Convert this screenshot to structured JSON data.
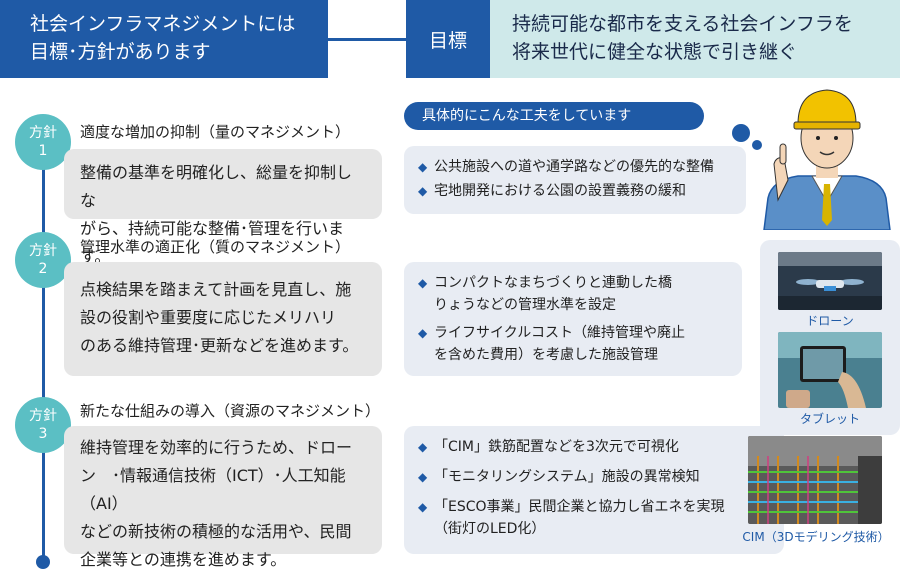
{
  "header": {
    "left_line1": "社会インフラマネジメントには",
    "left_line2": "目標･方針があります",
    "goal_label": "目標",
    "goal_line1": "持続可能な都市を支える社会インフラを",
    "goal_line2": "将来世代に健全な状態で引き継ぐ"
  },
  "policies": [
    {
      "badge_top": "方針",
      "badge_num": "1",
      "title": "適度な増加の抑制（量のマネジメント）",
      "lines": [
        "整備の基準を明確化し、総量を抑制しな",
        "がら、持続可能な整備･管理を行います。"
      ]
    },
    {
      "badge_top": "方針",
      "badge_num": "2",
      "title": "管理水準の適正化（質のマネジメント）",
      "lines": [
        "点検結果を踏まえて計画を見直し、施",
        "設の役割や重要度に応じたメリハリ",
        "のある維持管理･更新などを進めます。"
      ]
    },
    {
      "badge_top": "方針",
      "badge_num": "3",
      "title": "新たな仕組みの導入（資源のマネジメント）",
      "lines": [
        "維持管理を効率的に行うため、ドロー",
        "ン　･情報通信技術（ICT）･人工知能（AI）",
        "などの新技術の積極的な活用や、民間",
        "企業等との連携を進めます。"
      ]
    }
  ],
  "concrete_label": "具体的にこんな工夫をしています",
  "measures": [
    {
      "items": [
        [
          "公共施設への道や通学路などの優先的な整備"
        ],
        [
          "宅地開発における公園の設置義務の緩和"
        ]
      ]
    },
    {
      "items": [
        [
          "コンパクトなまちづくりと連動した橋",
          "りょうなどの管理水準を設定"
        ],
        [
          "ライフサイクルコスト（維持管理や廃止",
          "を含めた費用）を考慮した施設管理"
        ]
      ]
    },
    {
      "items": [
        [
          "「CIM」鉄筋配置などを3次元で可視化"
        ],
        [
          "「モニタリングシステム」施設の異常検知"
        ],
        [
          "「ESCO事業」民間企業と協力し省エネを実現",
          "（街灯のLED化）"
        ]
      ]
    }
  ],
  "diamond": "◆",
  "captions": {
    "drone": "ドローン",
    "tablet": "タブレット",
    "cim": "CIM（3Dモデリング技術）"
  },
  "colors": {
    "primary": "#1f5aa6",
    "teal": "#5bbfc4",
    "goal_bg": "#cfe9ea",
    "policy_bg": "#e6e6e6",
    "measure_bg": "#e8ecf3"
  },
  "icons": [
    "hardhat-worker-illustration",
    "drone-photo",
    "tablet-photo",
    "cim-3d-model-image"
  ]
}
